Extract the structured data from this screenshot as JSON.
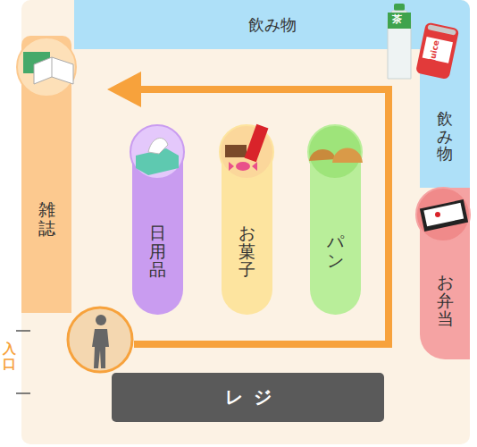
{
  "diagram": {
    "nodes": [
      {
        "text": [
          "飲み物"
        ]
      },
      {
        "text": [
          "飲み物"
        ]
      },
      {
        "text": [
          "雑誌"
        ]
      },
      {
        "text": [
          "日用品"
        ]
      },
      {
        "text": [
          "お菓子"
        ]
      },
      {
        "text": [
          "パン"
        ]
      },
      {
        "text": [
          "お弁当"
        ]
      },
      {
        "text": [
          "レジ"
        ]
      }
    ],
    "labels": [
      "入口",
      "茶",
      "Juice"
    ]
  }
}
